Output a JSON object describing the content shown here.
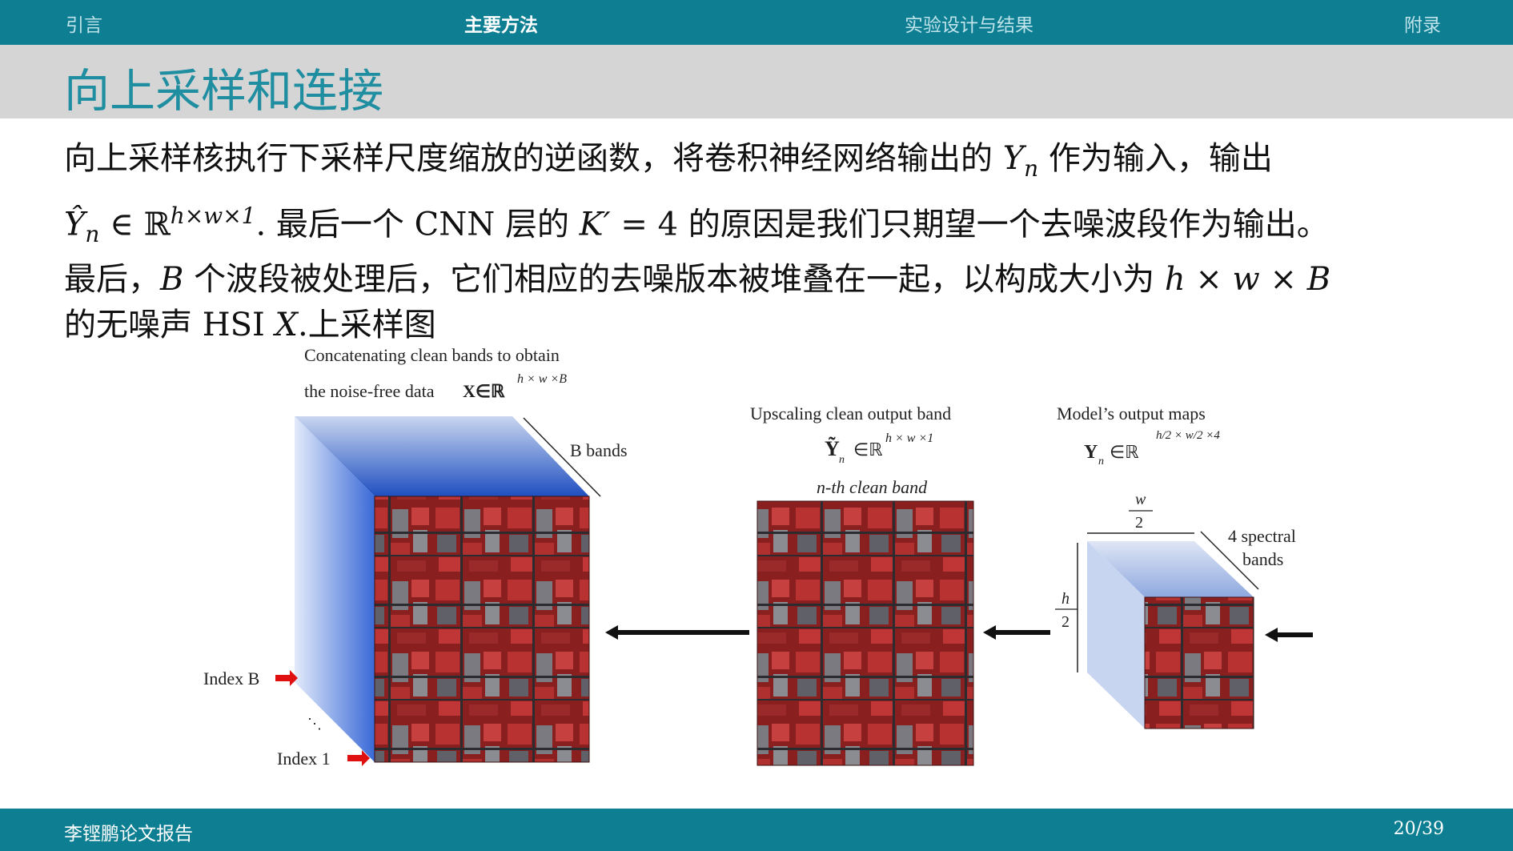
{
  "nav": {
    "items": [
      "引言",
      "主要方法",
      "实验设计与结果",
      "附录"
    ],
    "active": "主要方法"
  },
  "slide": {
    "title": "向上采样和连接",
    "para_line1_a": "向上采样核执行下采样尺度缩放的逆函数，将卷积神经网络输出的 ",
    "para_line1_var": "Y",
    "para_line1_sub": "n",
    "para_line1_b": " 作为输入，输出",
    "para_line2_var": "Ŷ",
    "para_line2_sub": "n",
    "para_line2_in": " ∈ ℝ",
    "para_line2_sup": "h×w×1",
    "para_line2_b": ". 最后一个 CNN 层的 ",
    "para_line2_k": "K′",
    "para_line2_c": " = 4 的原因是我们只期望一个去噪波段作为输出。",
    "para_line3_a": "最后，",
    "para_line3_B": "B",
    "para_line3_b": " 个波段被处理后，它们相应的去噪版本被堆叠在一起，以构成大小为 ",
    "para_line3_dims": "h × w × B",
    "para_line4_a": "的无噪声 HSI ",
    "para_line4_X": "X",
    "para_line4_b": ".上采样图"
  },
  "figure": {
    "concat_title_1": "Concatenating clean bands to obtain",
    "concat_title_2": "the noise-free data",
    "concat_formula": "X∈ℝ",
    "concat_sup": "h × w ×B",
    "b_bands": "B bands",
    "index_b": "Index B",
    "index_1": "Index 1",
    "dots": "⋱",
    "upscale_title": "Upscaling clean output band",
    "upscale_formula": "Ỹ",
    "upscale_sub": "n",
    "upscale_in": "∈ℝ",
    "upscale_sup": "h × w ×1",
    "nth_band": "n-th clean band",
    "model_title": "Model’s output maps",
    "model_formula": "Y",
    "model_sub": "n",
    "model_in": "∈ℝ",
    "model_sup": "h/2 × w/2 ×4",
    "w_num": "w",
    "w_den": "2",
    "h_num": "h",
    "h_den": "2",
    "spectral_1": "4 spectral",
    "spectral_2": "bands"
  },
  "footer": {
    "author": "李铿鹏论文报告",
    "page": "20/39"
  },
  "colors": {
    "header_bg": "#0e7f93",
    "title_bar_bg": "#d5d5d5",
    "title_color": "#1f8ea1",
    "cube_blue": "#2a57c4",
    "arrow_red": "#e01010"
  }
}
